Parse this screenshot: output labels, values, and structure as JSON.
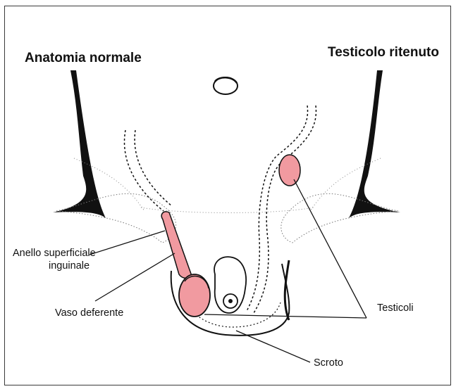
{
  "headings": {
    "left": "Anatomia normale",
    "right": "Testicolo ritenuto"
  },
  "labels": {
    "ring_line1": "Anello superficiale",
    "ring_line2": "inguinale",
    "vas": "Vaso deferente",
    "testes": "Testicoli",
    "scrotum": "Scroto"
  },
  "colors": {
    "testis_fill": "#f19aa0",
    "outline": "#111111",
    "stipple": "#444444"
  }
}
